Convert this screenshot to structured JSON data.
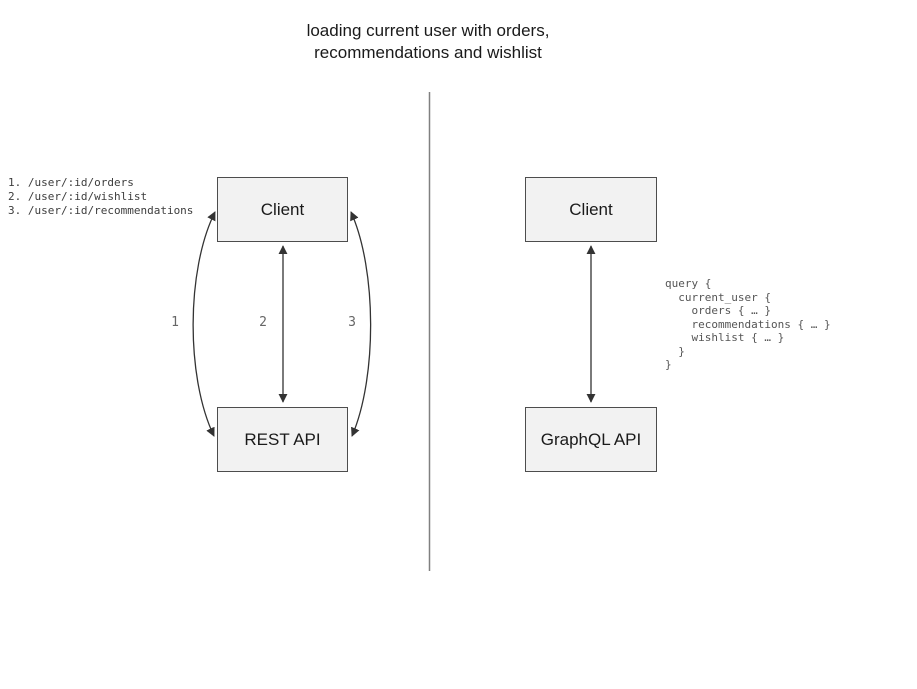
{
  "title": {
    "line1": "loading current user with orders,",
    "line2": "recommendations and wishlist"
  },
  "rest_panel": {
    "endpoints": [
      "1. /user/:id/orders",
      "2. /user/:id/wishlist",
      "3. /user/:id/recommendations"
    ],
    "client_box": "Client",
    "api_box": "REST API",
    "arrow_labels": [
      "1",
      "2",
      "3"
    ]
  },
  "graphql_panel": {
    "client_box": "Client",
    "api_box": "GraphQL API",
    "query_lines": [
      "query {",
      "  current_user {",
      "    orders { … }",
      "    recommendations { … }",
      "    wishlist { … }",
      "  }",
      "}"
    ]
  },
  "colors": {
    "box_fill": "#f2f2f2",
    "box_border": "#4d4d4d",
    "arrow": "#333333",
    "divider": "#808080",
    "code_text": "#555555",
    "endpoint_text": "#3d3d3d",
    "arrow_label_text": "#666666"
  }
}
